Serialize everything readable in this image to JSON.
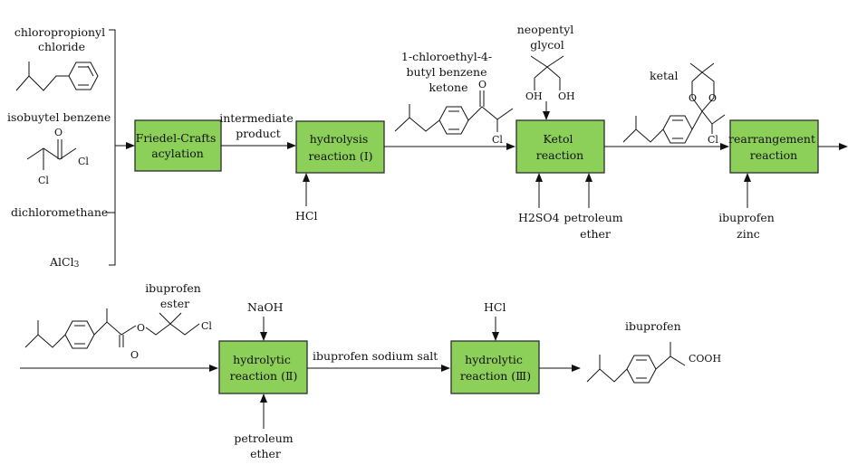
{
  "reagents": {
    "chloropropionyl_chloride": [
      "chloropropionyl",
      "chloride"
    ],
    "isobutyl_benzene": "isobuytel benzene",
    "dichloromethane": "dichloromethane",
    "alcl3": "AlCl",
    "alcl3_sub": "3",
    "intermediate_product": [
      "intermediate",
      "product"
    ],
    "chloroethyl_ketone": [
      "1-chloroethyl-4-",
      "butyl benzene",
      "ketone"
    ],
    "neopentyl_glycol": [
      "neopentyl",
      "glycol"
    ],
    "ketal": "ketal",
    "hcl_1": "HCl",
    "h2so4": "H2SO4",
    "petroleum_ether_1": [
      "petroleum",
      "ether"
    ],
    "ibuprofen_zinc": [
      "ibuprofen",
      "zinc"
    ],
    "ibuprofen_ester": [
      "ibuprofen",
      "ester"
    ],
    "naoh": "NaOH",
    "ibuprofen_sodium_salt": "ibuprofen sodium salt",
    "hcl_2": "HCl",
    "petroleum_ether_2": [
      "petroleum",
      "ether"
    ],
    "ibuprofen": "ibuprofen"
  },
  "atoms": {
    "cl": "Cl",
    "o": "O",
    "oh": "OH",
    "cooh": "COOH"
  },
  "steps": {
    "friedel_crafts": [
      "Friedel-Crafts",
      "acylation"
    ],
    "hydrolysis_1": [
      "hydrolysis",
      "reaction (Ⅰ)"
    ],
    "ketol": [
      "Ketol",
      "reaction"
    ],
    "rearrangement": [
      "rearrangement",
      "reaction"
    ],
    "hydrolytic_2": [
      "hydrolytic",
      "reaction (Ⅱ)"
    ],
    "hydrolytic_3": [
      "hydrolytic",
      "reaction (Ⅲ)"
    ]
  },
  "colors": {
    "box_fill": "#8cd05a",
    "box_stroke": "#2d2d2d",
    "line": "#111111"
  }
}
